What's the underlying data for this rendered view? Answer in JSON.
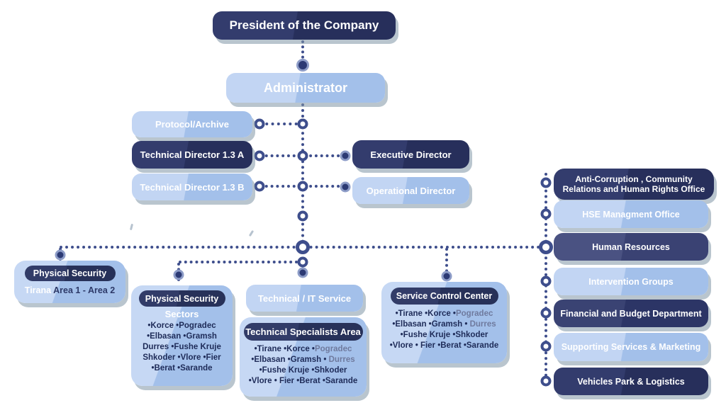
{
  "palette": {
    "dark_navy": "#272f5b",
    "medium_navy": "#3a4273",
    "light_blue": "#a3c0ea",
    "pill_navy": "#273159",
    "connector_blue": "#3e4e8c",
    "shadow_gray": "#8096a6",
    "city_text": "#1e2b58",
    "muted_city_text": "#6f7a9e"
  },
  "muted_words": [
    "Pogradec",
    "Durres"
  ],
  "nodes": {
    "president": "President of the Company",
    "administrator": "Administrator",
    "protocol_archive": "Protocol/Archive",
    "technical_director_a": "Technical Director 1.3 A",
    "technical_director_b": "Technical Director 1.3 B",
    "executive_director": "Executive Director",
    "operational_director": "Operational Director"
  },
  "right_column": [
    {
      "label": "Anti-Corruption , Community Relations and Human Rights Office",
      "variant": "dark"
    },
    {
      "label": "HSE Managment Office",
      "variant": "light"
    },
    {
      "label": "Human Resources",
      "variant": "medium"
    },
    {
      "label": "Intervention Groups",
      "variant": "light"
    },
    {
      "label": "Financial and Budget Department",
      "variant": "dark"
    },
    {
      "label": "Supporting Services & Marketing",
      "variant": "light"
    },
    {
      "label": "Vehicles Park & Logistics",
      "variant": "dark"
    }
  ],
  "physical_security_area": {
    "title": "Physical Security",
    "city": "Tirana",
    "areas": "Area 1  - Area 2"
  },
  "physical_security_sectors": {
    "title": "Physical Security",
    "subtitle": "Sectors",
    "lines": [
      "•Korce •Pogradec",
      "•Elbasan •Gramsh",
      "Durres •Fushe Kruje",
      "Shkoder •Vlore •Fier",
      "•Berat •Sarande"
    ]
  },
  "technical_it_service": "Technical / IT Service",
  "technical_specialists_area": {
    "title": "Technical Specialists Area",
    "lines": [
      "•Tirane •Korce •Pogradec",
      "•Elbasan •Gramsh • Durres",
      "•Fushe Kruje •Shkoder",
      "•Vlore • Fier •Berat •Sarande"
    ]
  },
  "service_control_center": {
    "title": "Service Control Center",
    "lines": [
      "•Tirane •Korce •Pogradec",
      "•Elbasan •Gramsh • Durres",
      "•Fushe Kruje •Shkoder",
      "•Vlore • Fier •Berat •Sarande"
    ]
  }
}
